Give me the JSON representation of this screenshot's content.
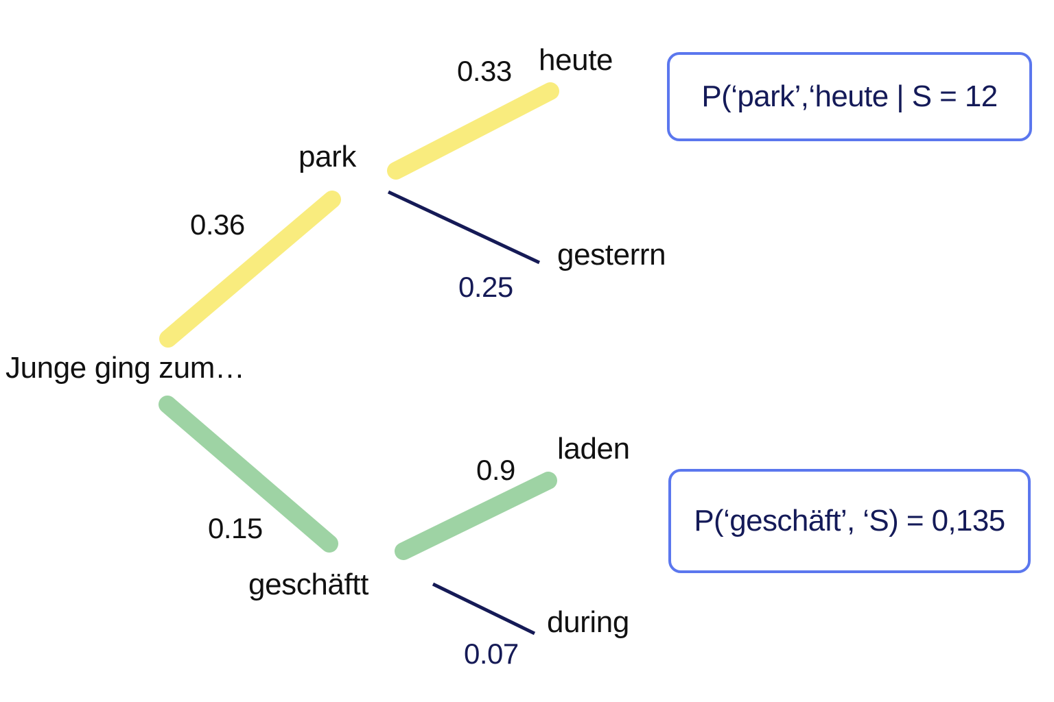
{
  "diagram": {
    "title_text": "Junge ging zum…",
    "root": {
      "label": "Junge ging zum…"
    },
    "nodes": [
      {
        "id": "root",
        "label": "Junge ging zum…"
      },
      {
        "id": "park",
        "label": "park"
      },
      {
        "id": "geschaeft",
        "label": "geschäftt"
      },
      {
        "id": "heute",
        "label": "heute"
      },
      {
        "id": "gesterrn",
        "label": "gesterrn"
      },
      {
        "id": "laden",
        "label": "laden"
      },
      {
        "id": "during",
        "label": "during"
      }
    ],
    "edges": [
      {
        "id": "root-park",
        "from": "root",
        "to": "park",
        "weight": "0.36",
        "style": "thick",
        "color": "#f9ec7e",
        "weight_color": "black"
      },
      {
        "id": "root-geschaeft",
        "from": "root",
        "to": "geschaeft",
        "weight": "0.15",
        "style": "thick",
        "color": "#9ed3a4",
        "weight_color": "black"
      },
      {
        "id": "park-heute",
        "from": "park",
        "to": "heute",
        "weight": "0.33",
        "style": "thick",
        "color": "#f9ec7e",
        "weight_color": "black"
      },
      {
        "id": "park-gesterrn",
        "from": "park",
        "to": "gesterrn",
        "weight": "0.25",
        "style": "thin",
        "color": "#151a56",
        "weight_color": "navy"
      },
      {
        "id": "geschaeft-laden",
        "from": "geschaeft",
        "to": "laden",
        "weight": "0.9",
        "style": "thick",
        "color": "#9ed3a4",
        "weight_color": "black"
      },
      {
        "id": "geschaeft-during",
        "from": "geschaeft",
        "to": "during",
        "weight": "0.07",
        "style": "thin",
        "color": "#151a56",
        "weight_color": "navy"
      }
    ],
    "annotations": [
      {
        "id": "prob-box-1",
        "text": "P(‘park’,‘heute | S = 12"
      },
      {
        "id": "prob-box-2",
        "text": "P(‘geschäft’, ‘S) = 0,135"
      }
    ],
    "colors": {
      "highlight_yellow": "#f9ec7e",
      "highlight_green": "#9ed3a4",
      "navy": "#151a56",
      "box_border": "#5b77ee",
      "box_text": "#141a58",
      "label_text": "#111111",
      "background": "#ffffff"
    }
  }
}
